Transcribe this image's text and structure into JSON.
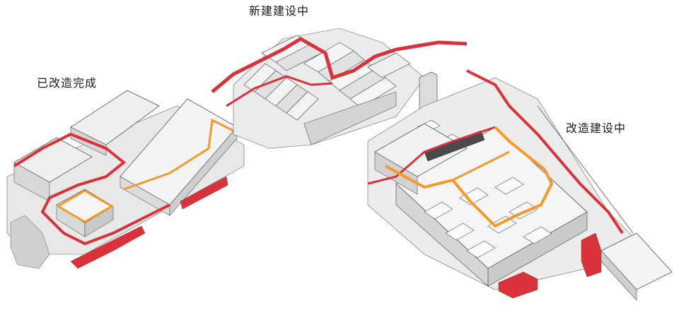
{
  "labels": {
    "left": "已改造完成",
    "top": "新建建设中",
    "right": "改造建设中"
  },
  "colors": {
    "roof": "#f2f2f2",
    "roof_dark": "#e3e3e3",
    "wall": "#d9d9d9",
    "line": "#555555",
    "red": "#d8323a",
    "red_dark": "#b0242c",
    "orange": "#f39a2b",
    "sawtooth": "#ececec"
  }
}
